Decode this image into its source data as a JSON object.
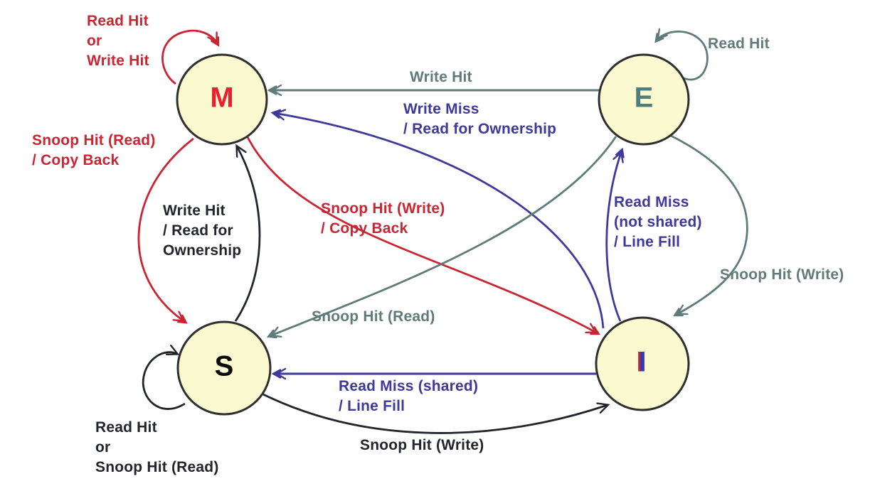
{
  "diagram_type": "state-machine",
  "states": {
    "m": {
      "label": "M"
    },
    "e": {
      "label": "E"
    },
    "s": {
      "label": "S"
    },
    "i": {
      "label": "I"
    }
  },
  "transitions": {
    "m_self": {
      "from": "M",
      "to": "M",
      "label": "Read Hit\nor\nWrite Hit"
    },
    "e_self": {
      "from": "E",
      "to": "E",
      "label": "Read Hit"
    },
    "s_self": {
      "from": "S",
      "to": "S",
      "label": "Read Hit\nor\nSnoop Hit (Read)"
    },
    "e_to_m": {
      "from": "E",
      "to": "M",
      "label": "Write Hit"
    },
    "i_to_m": {
      "from": "I",
      "to": "M",
      "label": "Write Miss\n/ Read for Ownership"
    },
    "m_to_s": {
      "from": "M",
      "to": "S",
      "label": "Snoop Hit (Read)\n/ Copy Back"
    },
    "s_to_m": {
      "from": "S",
      "to": "M",
      "label": "Write Hit\n/ Read for\nOwnership"
    },
    "m_to_i": {
      "from": "M",
      "to": "I",
      "label": "Snoop Hit (Write)\n/ Copy Back"
    },
    "i_to_e": {
      "from": "I",
      "to": "E",
      "label": "Read Miss\n(not shared)\n/ Line Fill"
    },
    "e_to_i": {
      "from": "E",
      "to": "I",
      "label": "Snoop Hit (Write)"
    },
    "e_to_s": {
      "from": "E",
      "to": "S",
      "label": "Snoop Hit (Read)"
    },
    "i_to_s": {
      "from": "I",
      "to": "S",
      "label": "Read Miss (shared)\n/ Line Fill"
    },
    "s_to_i": {
      "from": "S",
      "to": "I",
      "label": "Snoop Hit (Write)"
    }
  },
  "colors": {
    "red": "#CB2533",
    "gray": "#5F7B7A",
    "purple": "#3F3A99",
    "black": "#23252D",
    "state_fill": "#FAF9CF",
    "state_border": "#2F2F2F",
    "m_letter": "#EC1F32",
    "e_letter": "#4E7D7C",
    "s_letter": "#0A0A0A",
    "i_letter": "#3939B0"
  }
}
